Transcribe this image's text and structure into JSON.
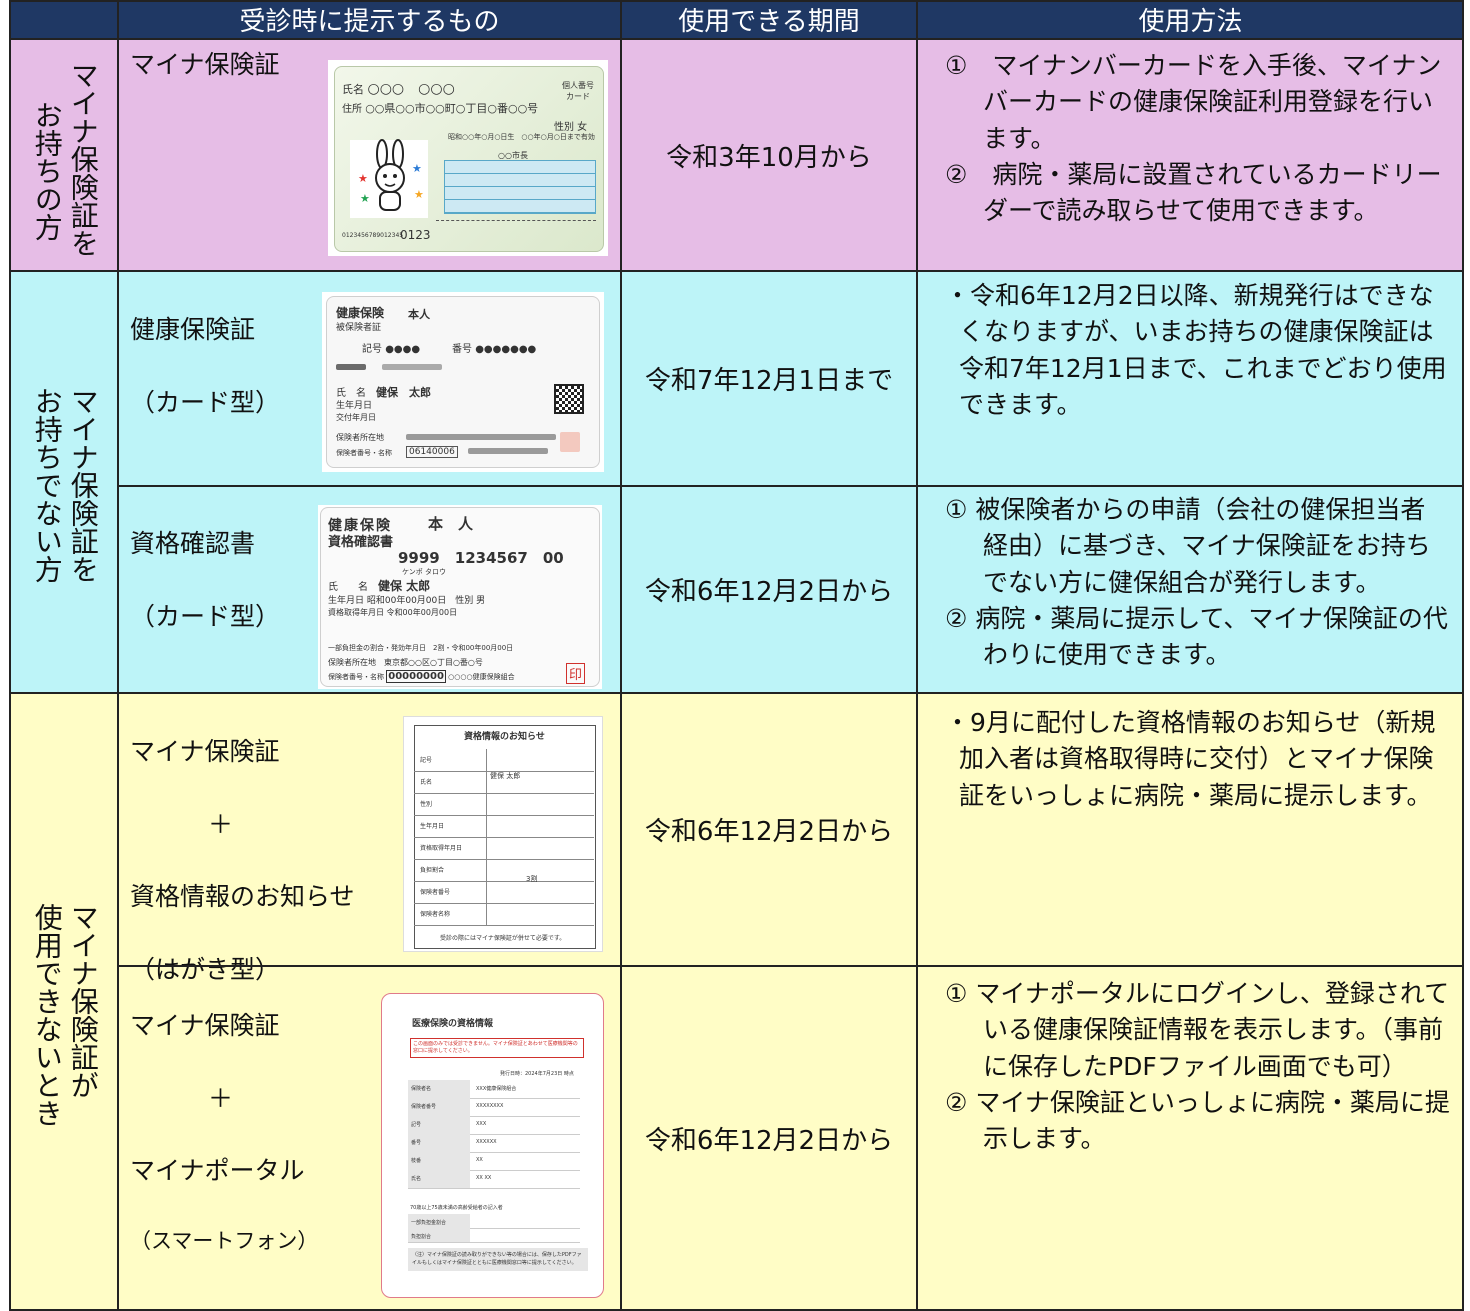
{
  "header": {
    "col1": "受診時に提示するもの",
    "col2": "使用できる期間",
    "col3": "使用方法"
  },
  "groups": {
    "g1": {
      "label_line1": "マイナ保険証を",
      "label_line2": "お持ちの方"
    },
    "g2": {
      "label_line1": "マイナ保険証を",
      "label_line2": "お持ちでない方"
    },
    "g3": {
      "label_line1": "マイナ保険証が",
      "label_line2": "使用できないとき"
    }
  },
  "rows": {
    "r1": {
      "item": "マイナ保険証",
      "period": "令和3年10月から",
      "method": [
        "①　マイナンバーカードを入手後、マイナンバーカードの健康保険証利用登録を行います。",
        "②　病院・薬局に設置されているカードリーダーで読み取らせて使用できます。"
      ]
    },
    "r2": {
      "item_line1": "健康保険証",
      "item_line2": "（カード型）",
      "period": "令和7年12月1日まで",
      "method": [
        "・令和6年12月2日以降、新規発行はできなくなりますが、いまお持ちの健康保険証は令和7年12月1日まで、これまでどおり使用できます。"
      ]
    },
    "r3": {
      "item_line1": "資格確認書",
      "item_line2": "（カード型）",
      "period": "令和6年12月2日から",
      "method": [
        "① 被保険者からの申請（会社の健保担当者経由）に基づき、マイナ保険証をお持ちでない方に健保組合が発行します。",
        "② 病院・薬局に提示して、マイナ保険証の代わりに使用できます。"
      ]
    },
    "r4": {
      "item_line1": "マイナ保険証",
      "item_plus": "＋",
      "item_line3": "資格情報のお知らせ",
      "item_line4": "（はがき型）",
      "period": "令和6年12月2日から",
      "method": [
        "・9月に配付した資格情報のお知らせ（新規加入者は資格取得時に交付）とマイナ保険証をいっしょに病院・薬局に提示します。"
      ]
    },
    "r5": {
      "item_line1": "マイナ保険証",
      "item_plus": "＋",
      "item_line3": "マイナポータル",
      "item_line4": "（スマートフォン）",
      "period": "令和6年12月2日から",
      "method": [
        "① マイナポータルにログインし、登録されている健康保険証情報を表示します。（事前に保存したPDFファイル画面でも可）",
        "② マイナ保険証といっしょに病院・薬局に提示します。"
      ]
    }
  },
  "cards": {
    "myna": {
      "name_label": "氏名",
      "name_val": "○○○　○○○",
      "addr_label": "住所",
      "addr_val": "○○県○○市○○町○丁目○番○○号",
      "badge": "個人番号カード",
      "sex": "性別 女",
      "dob": "昭和○○年○月○日生　○○年○月○日まで有効",
      "city": "○○市長",
      "num": "0123",
      "serial": "0123456789012345"
    },
    "kenpo": {
      "title_line1": "健康保険",
      "title_line2": "被保険者証",
      "honnin": "本人",
      "kigou": "記号",
      "kigou_val": "●●●●",
      "bangou": "番号",
      "bangou_val": "●●●●●●●",
      "name_label": "氏　名",
      "name_val": "健保　太郎",
      "dob_label": "生年月日",
      "issue_label": "交付年月日",
      "insurer_label": "保険者所在地",
      "insurer_name_label": "保険者番号・名称",
      "insurer_num": "06140006"
    },
    "shikaku": {
      "title_line1": "健康保険",
      "title_line2": "資格確認書",
      "honnin": "本　人",
      "kigou_val": "9999",
      "bangou_val": "1234567",
      "eda": "00",
      "kana": "ケンポ タロウ",
      "name_label": "氏　　名",
      "name_val": "健保 太郎",
      "dob_label": "生年月日",
      "dob_val": "昭和00年00月00日",
      "sex": "性別 男",
      "acq_label": "資格取得年月日",
      "acq_val": "令和00年00月00日",
      "share": "一部負担金の割合・発効年月日　2割・令和00年00月00日",
      "address": "保険者所在地　東京都○○区○丁目○番○号",
      "insurer_label": "保険者番号・名称",
      "insurer_num": "00000000",
      "insurer_name": "○○○○健康保険組合",
      "stamp": "印"
    },
    "hagaki": {
      "title": "資格情報のお知らせ",
      "fields": [
        "記号",
        "氏名",
        "性別",
        "生年月日",
        "資格取得年月日",
        "負担割合",
        "保険者番号",
        "保険者名称"
      ],
      "name_val": "健保 太郎",
      "share_val": "3割",
      "footer": "受診の際にはマイナ保険証が併せて必要です。"
    },
    "portal": {
      "title": "医療保険の資格情報",
      "warning": "この画面のみでは受診できません。マイナ保険証とあわせて医療機関等の窓口に提示してください。",
      "date": "発行日時：2024年7月23日 時点",
      "fields": [
        "保険者名",
        "保険者番号",
        "記号",
        "番号",
        "枝番",
        "氏名"
      ],
      "values": [
        "XXX健康保険組合",
        "XXXXXXXX",
        "XXX",
        "XXXXXX",
        "XX",
        "XX XX"
      ],
      "section2": "70歳以上75歳未満の高齢受給者の記入者",
      "fields2": [
        "一部負担金割合",
        "負担割合"
      ],
      "note": "（注）マイナ保険証の読み取りができない等の場合には、保存したPDFファイルもしくはマイナ保険証とともに医療機関窓口等に提示してください。"
    }
  },
  "colors": {
    "header": "#1f3864",
    "pink": "#e6bde6",
    "cyan": "#bdf4f8",
    "yellow": "#fffdc6"
  }
}
